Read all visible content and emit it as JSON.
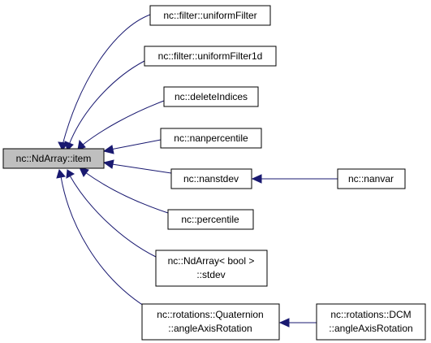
{
  "colors": {
    "edge": "#191970",
    "root_fill": "#bfbfbf",
    "node_fill": "#ffffff",
    "border": "#000000"
  },
  "nodes": {
    "item": {
      "lines": [
        "nc::NdArray::item"
      ]
    },
    "uniformFilter": {
      "lines": [
        "nc::filter::uniformFilter"
      ]
    },
    "uniformFilter1d": {
      "lines": [
        "nc::filter::uniformFilter1d"
      ]
    },
    "deleteIndices": {
      "lines": [
        "nc::deleteIndices"
      ]
    },
    "nanpercentile": {
      "lines": [
        "nc::nanpercentile"
      ]
    },
    "nanstdev": {
      "lines": [
        "nc::nanstdev"
      ]
    },
    "nanvar": {
      "lines": [
        "nc::nanvar"
      ]
    },
    "percentile": {
      "lines": [
        "nc::percentile"
      ]
    },
    "stdev": {
      "lines": [
        "nc::NdArray< bool >",
        "::stdev"
      ]
    },
    "quaternionAxis": {
      "lines": [
        "nc::rotations::Quaternion",
        "::angleAxisRotation"
      ]
    },
    "dcmAxis": {
      "lines": [
        "nc::rotations::DCM",
        "::angleAxisRotation"
      ]
    }
  },
  "edges": [
    {
      "from": "uniformFilter",
      "to": "item"
    },
    {
      "from": "uniformFilter1d",
      "to": "item"
    },
    {
      "from": "deleteIndices",
      "to": "item"
    },
    {
      "from": "nanpercentile",
      "to": "item"
    },
    {
      "from": "nanstdev",
      "to": "item"
    },
    {
      "from": "percentile",
      "to": "item"
    },
    {
      "from": "stdev",
      "to": "item"
    },
    {
      "from": "quaternionAxis",
      "to": "item"
    },
    {
      "from": "nanvar",
      "to": "nanstdev"
    },
    {
      "from": "dcmAxis",
      "to": "quaternionAxis"
    }
  ]
}
